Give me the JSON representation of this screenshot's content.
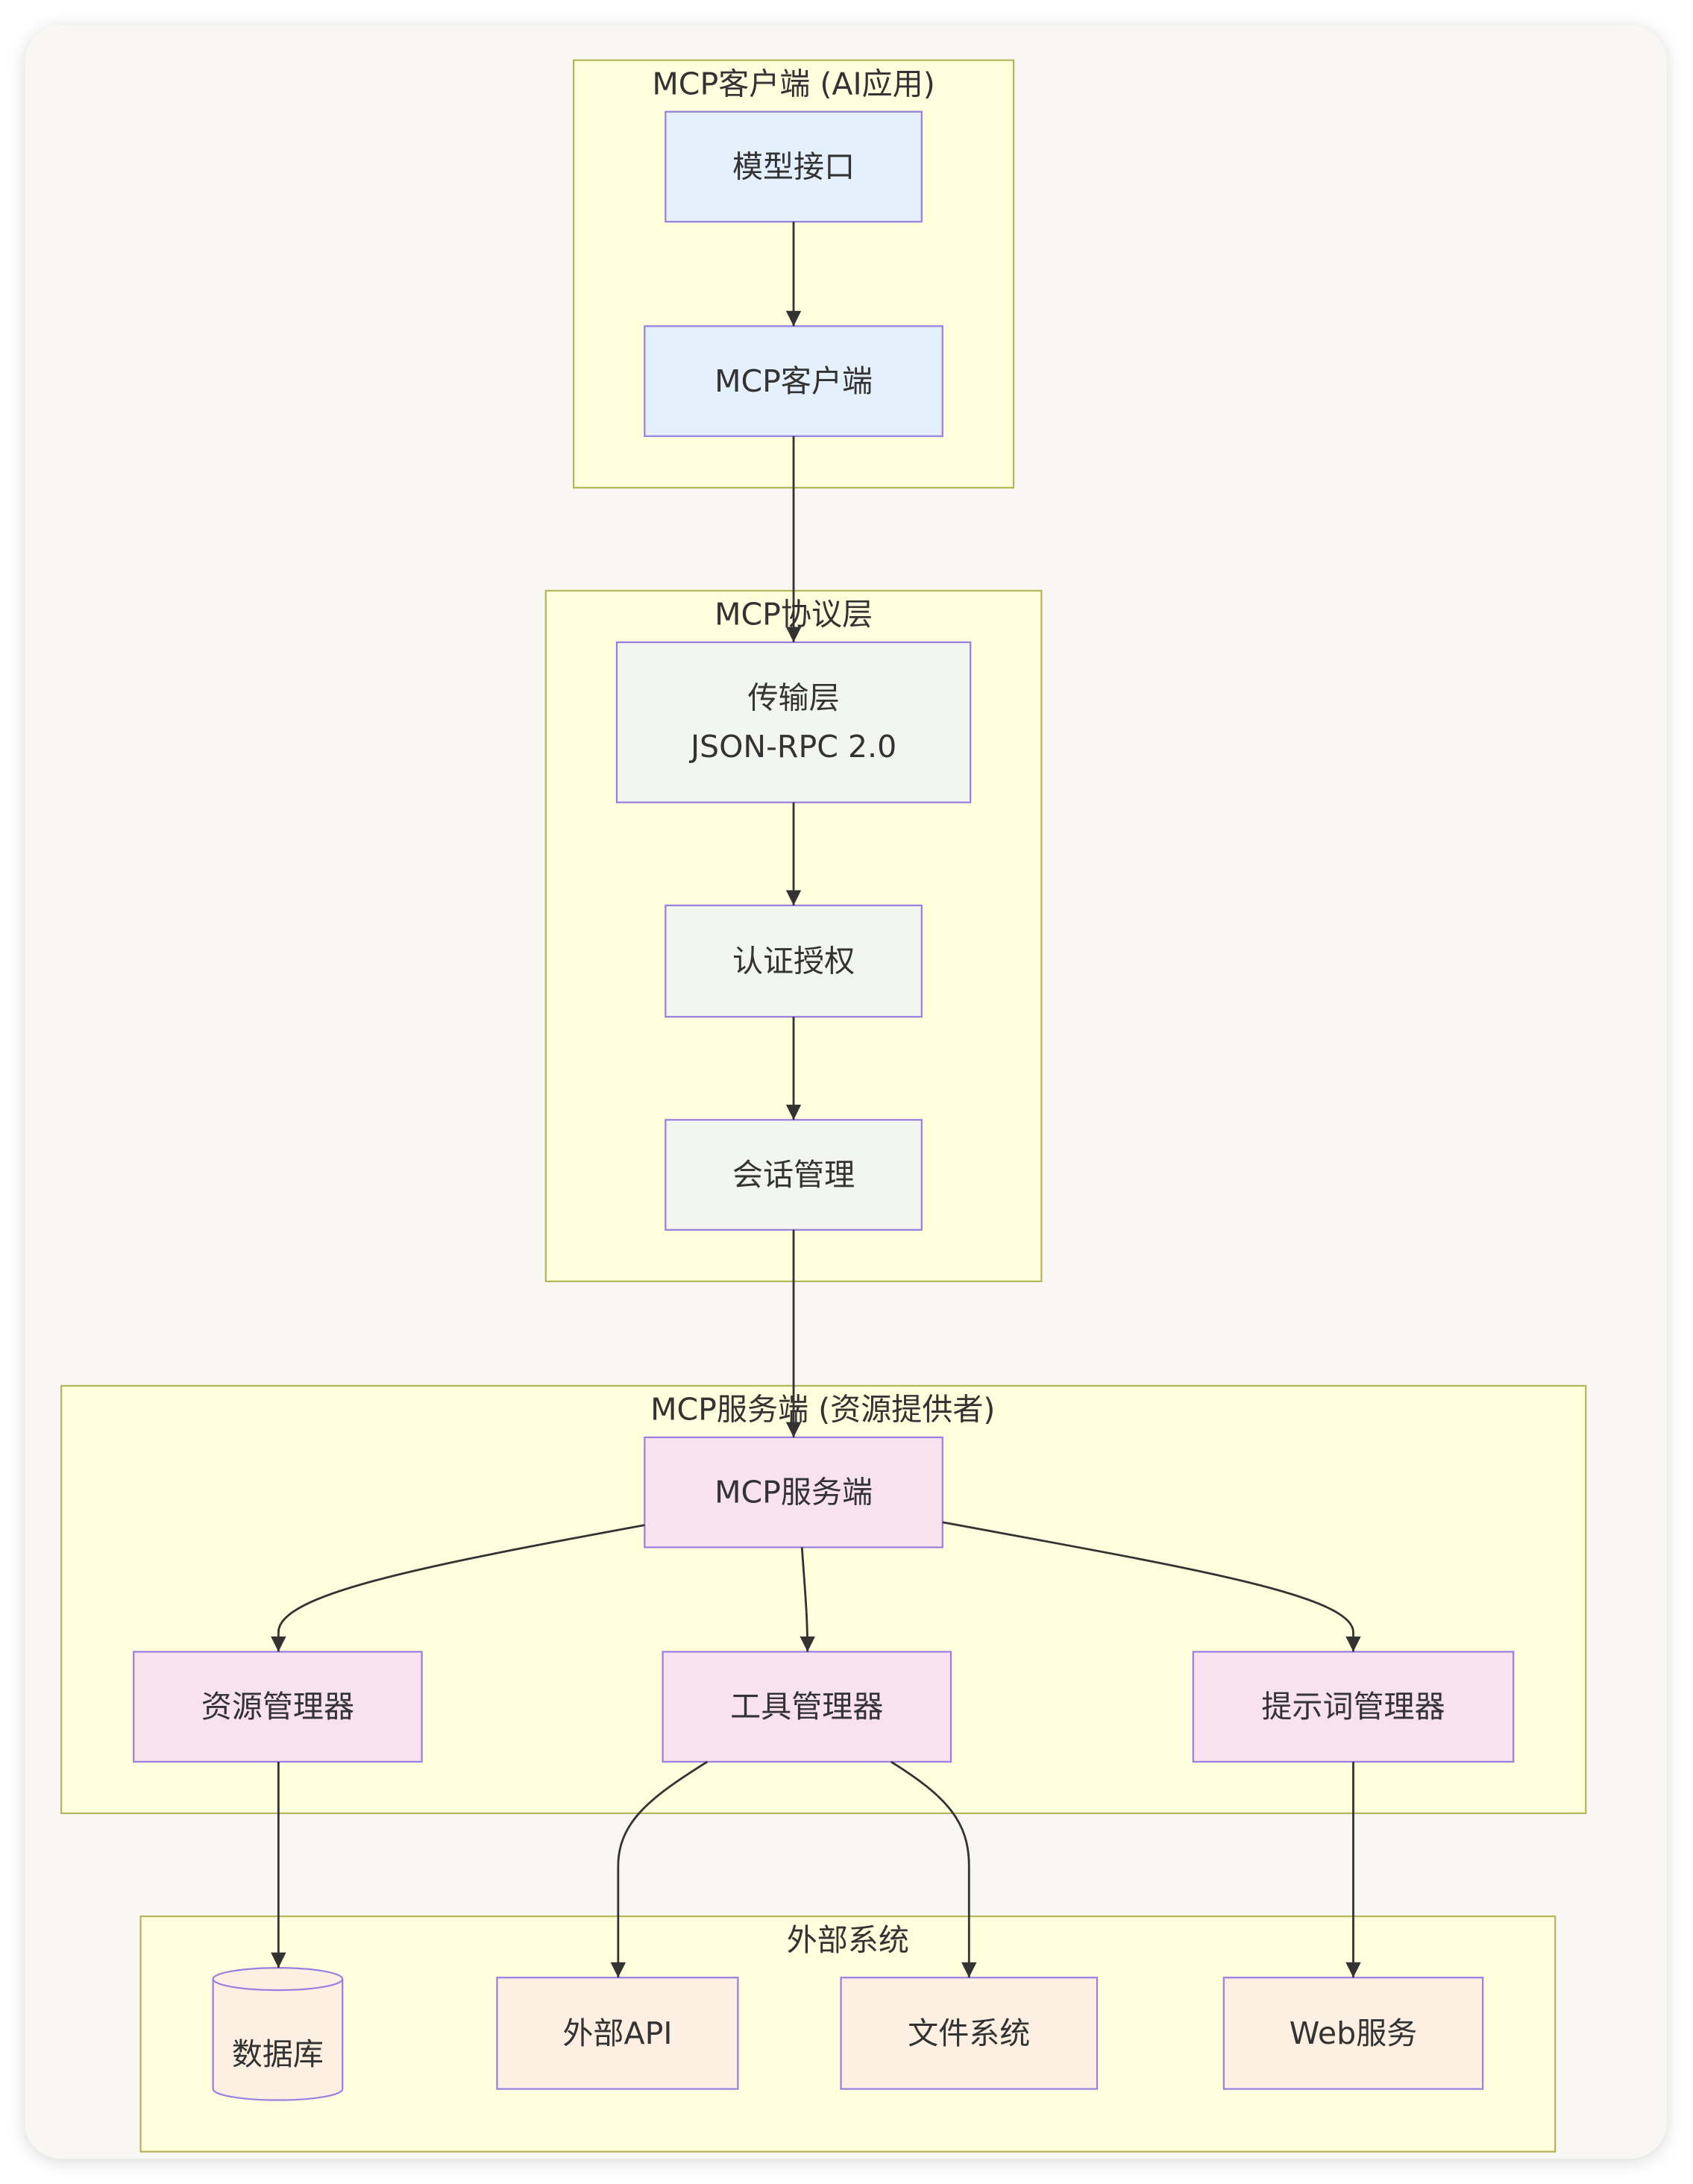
{
  "colors": {
    "canvas": "#f8f7f4",
    "cluster_fill": "#ffffde",
    "cluster_stroke": "#b5b55a",
    "node_stroke": "#9a7fe0",
    "client_node_fill": "#e4f1fc",
    "protocol_node_fill": "#f3f6ee",
    "server_node_fill": "#f7e2ee",
    "external_node_fill": "#fdf0e2",
    "edge": "#333333",
    "text": "#333333"
  },
  "client": {
    "title": "MCP客户端 (AI应用)",
    "model_interface": "模型接口",
    "mcp_client": "MCP客户端"
  },
  "protocol": {
    "title": "MCP协议层",
    "transport_lines": [
      "传输层",
      "JSON-RPC 2.0"
    ],
    "auth": "认证授权",
    "session": "会话管理"
  },
  "server": {
    "title": "MCP服务端 (资源提供者)",
    "mcp_server": "MCP服务端",
    "resource_manager": "资源管理器",
    "tool_manager": "工具管理器",
    "prompt_manager": "提示词管理器"
  },
  "external": {
    "title": "外部系统",
    "database": "数据库",
    "external_api": "外部API",
    "file_system": "文件系统",
    "web_service": "Web服务"
  }
}
